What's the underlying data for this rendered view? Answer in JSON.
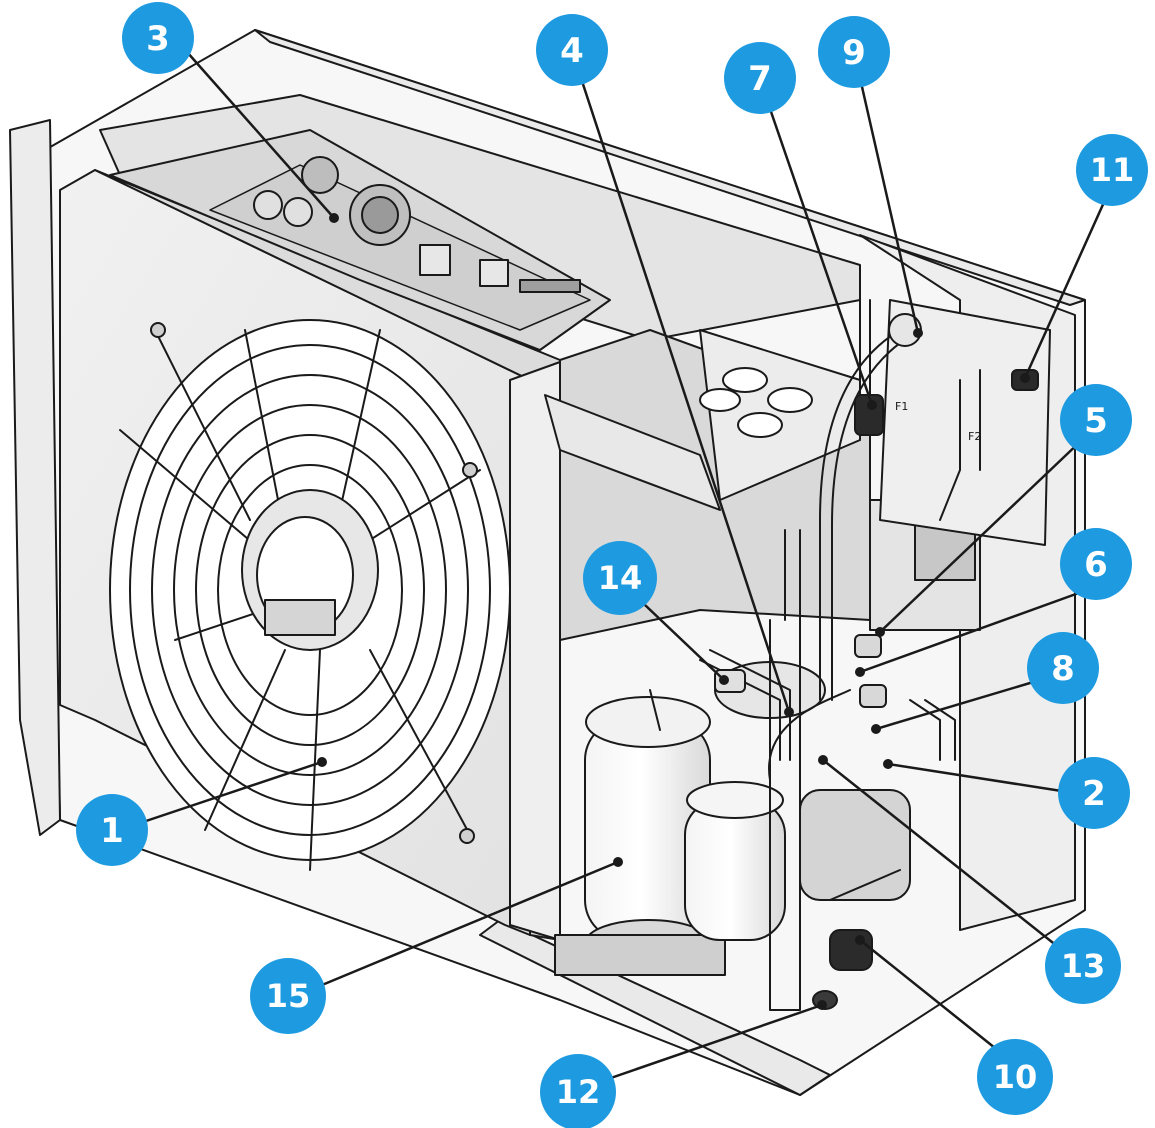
{
  "image": {
    "description_type": "exploded technical illustration of heat pump outdoor unit internals",
    "accent_color": "#1e9be0",
    "line_color": "#1a1a1a"
  },
  "labels": {
    "pipe_f1": "F1",
    "pipe_f2": "F2"
  },
  "callouts": [
    {
      "id": "c1",
      "number": "1"
    },
    {
      "id": "c2",
      "number": "2"
    },
    {
      "id": "c3",
      "number": "3"
    },
    {
      "id": "c4",
      "number": "4"
    },
    {
      "id": "c5",
      "number": "5"
    },
    {
      "id": "c6",
      "number": "6"
    },
    {
      "id": "c7",
      "number": "7"
    },
    {
      "id": "c8",
      "number": "8"
    },
    {
      "id": "c9",
      "number": "9"
    },
    {
      "id": "c10",
      "number": "10"
    },
    {
      "id": "c11",
      "number": "11"
    },
    {
      "id": "c12",
      "number": "12"
    },
    {
      "id": "c13",
      "number": "13"
    },
    {
      "id": "c14",
      "number": "14"
    },
    {
      "id": "c15",
      "number": "15"
    }
  ]
}
